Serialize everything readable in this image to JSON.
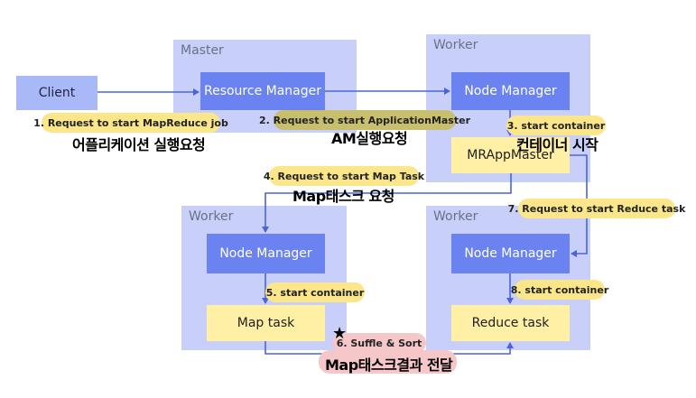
{
  "regions": {
    "master": "Master",
    "worker_top": "Worker",
    "worker_left": "Worker",
    "worker_right": "Worker"
  },
  "nodes": {
    "client": "Client",
    "resource_manager": "Resource Manager",
    "node_manager_top": "Node Manager",
    "mr_app_master": "MRAppMaster",
    "node_manager_left": "Node Manager",
    "map_task": "Map task",
    "node_manager_right": "Node Manager",
    "reduce_task": "Reduce task"
  },
  "steps": {
    "s1": "1. Request to start MapReduce job",
    "s2": "2. Request to start ApplicationMaster",
    "s3": "3. start container",
    "s4": "4. Request to start Map Task",
    "s5": "5. start container",
    "s6": "6. Suffle & Sort",
    "s7": "7. Request to start Reduce task",
    "s8": "8. start container"
  },
  "notes": {
    "n1": "어플리케이션 실행요청",
    "n2": "AM실행요청",
    "n3": "컨테이너 시작",
    "n4": "Map태스크 요청",
    "n6": "Map태스크결과 전달"
  },
  "colors": {
    "region": "#c8d0fa",
    "node_blue": "#6b83f0",
    "task_yellow": "#fff0a6",
    "arrow": "#4a64d8"
  }
}
